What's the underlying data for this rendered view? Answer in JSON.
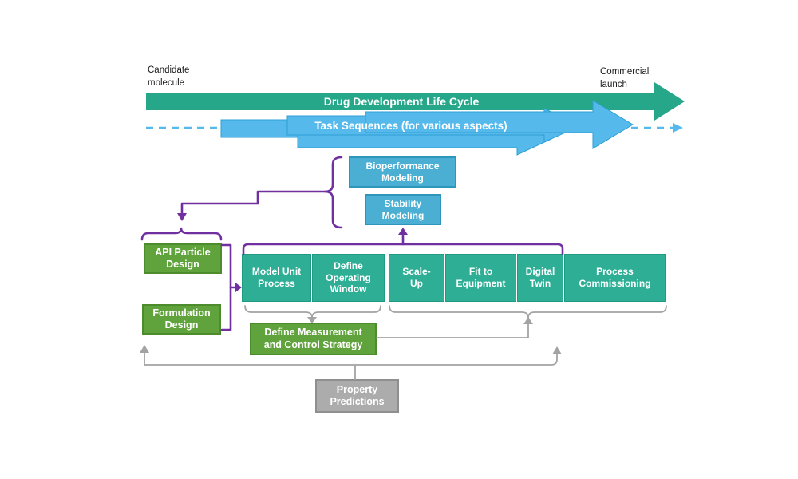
{
  "colors": {
    "lifecycle_arrow": "#26a789",
    "task_arrow_fill": "#55b9ec",
    "task_arrow_border": "#2e9fd3",
    "teal_box": "#2eae95",
    "green_box": "#60a33c",
    "blue_box": "#4bafd3",
    "gray_box": "#acacac",
    "purple_connector": "#7030a0",
    "gray_connector": "#a3a3a3",
    "label_text": "#1c1c1c",
    "box_text": "#ffffff"
  },
  "timeline": {
    "candidate_label": "Candidate\nmolecule",
    "commercial_label": "Commercial\nlaunch",
    "lifecycle_label": "Drug Development Life Cycle",
    "task_sequences_label": "Task Sequences (for various aspects)"
  },
  "modeling": {
    "bioperformance": "Bioperformance\nModeling",
    "stability": "Stability\nModeling"
  },
  "design": {
    "api_particle": "API Particle\nDesign",
    "formulation": "Formulation\nDesign",
    "define_measurement": "Define Measurement\nand Control Strategy"
  },
  "process_row": [
    {
      "label": "Model Unit\nProcess"
    },
    {
      "label": "Define\nOperating\nWindow"
    },
    {
      "label": "Scale-\nUp"
    },
    {
      "label": "Fit to\nEquipment"
    },
    {
      "label": "Digital\nTwin"
    },
    {
      "label": "Process\nCommissioning"
    }
  ],
  "property_predictions": "Property\nPredictions"
}
